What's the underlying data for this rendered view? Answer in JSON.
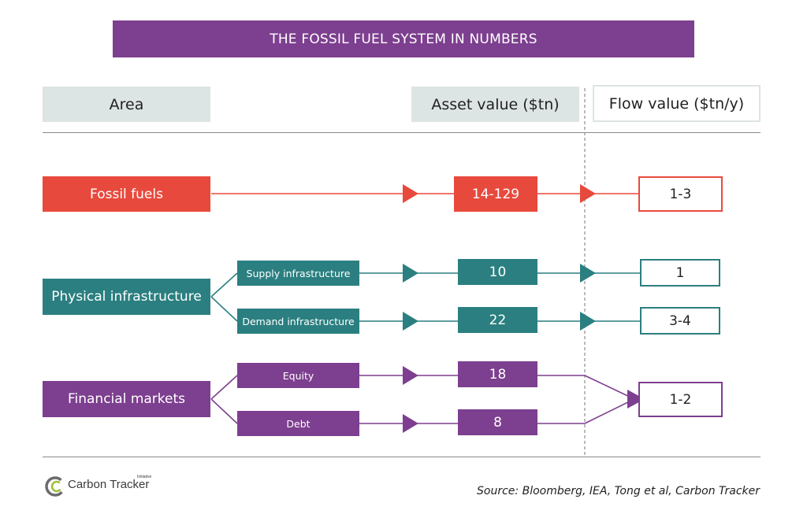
{
  "title": "THE FOSSIL FUEL SYSTEM IN NUMBERS",
  "headers": {
    "area": "Area",
    "asset": "Asset value ($tn)",
    "flow": "Flow value ($tn/y)"
  },
  "rows": {
    "fossil": {
      "area": "Fossil fuels",
      "asset": "14-129",
      "flow": "1-3"
    },
    "physical": {
      "area": "Physical infrastructure",
      "supply": {
        "label": "Supply infrastructure",
        "asset": "10",
        "flow": "1"
      },
      "demand": {
        "label": "Demand infrastructure",
        "asset": "22",
        "flow": "3-4"
      }
    },
    "financial": {
      "area": "Financial markets",
      "equity": {
        "label": "Equity",
        "asset": "18"
      },
      "debt": {
        "label": "Debt",
        "asset": "8"
      },
      "flow": "1-2"
    }
  },
  "colors": {
    "fossil": "#e8493d",
    "physical": "#2b7f80",
    "financial": "#7d3f8f",
    "header_gray": "#dde4e4"
  },
  "logo": {
    "brand": "Carbon Tracker",
    "superscript": "Initiative"
  },
  "source": "Source: Bloomberg, IEA, Tong et al, Carbon Tracker"
}
